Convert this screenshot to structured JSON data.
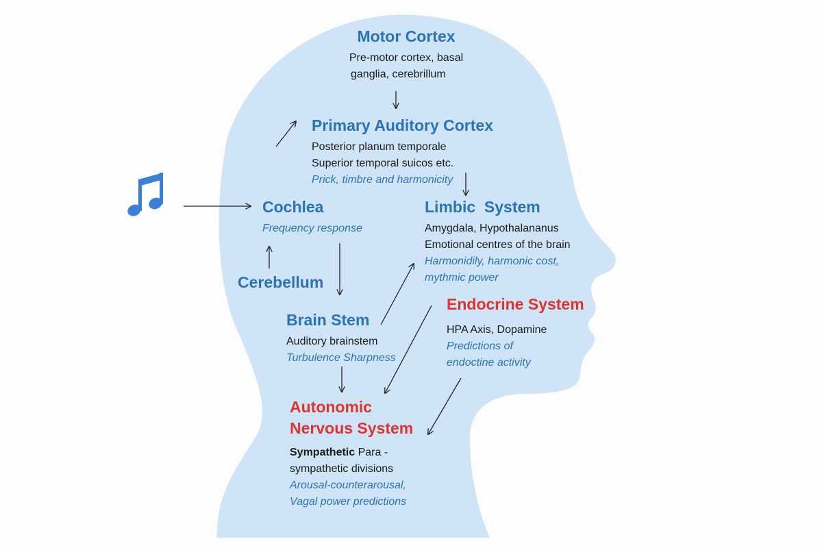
{
  "colors": {
    "head_fill": "#cfe4f6",
    "title_blue": "#2a73b5",
    "title_red": "#e0332f",
    "arrow": "#222222",
    "note_icon": "#3b7fd8"
  },
  "icon": "music-note-icon",
  "motor_cortex": {
    "title": "Motor Cortex",
    "line1": "Pre-motor cortex, basal",
    "line2": "ganglia, cerebrillum"
  },
  "primary_auditory_cortex": {
    "title": "Primary Auditory Cortex",
    "line1": "Posterior planum temporale",
    "line2": "Superior temporal suicos etc.",
    "note": "Prick, timbre and harmonicity"
  },
  "cochlea": {
    "title": "Cochlea",
    "note": "Frequency response"
  },
  "cerebellum": {
    "title": "Cerebellum"
  },
  "limbic_system": {
    "title": "Limbic  System",
    "line1": "Amygdala, Hypothalananus",
    "line2": "Emotional centres of the brain",
    "note1": "Harmonidily, harmonic cost,",
    "note2": "mythmic power"
  },
  "brain_stem": {
    "title": "Brain Stem",
    "line1": "Auditory brainstem",
    "note": "Turbulence Sharpness"
  },
  "endocrine_system": {
    "title": "Endocrine System",
    "line1": "HPA Axis, Dopamine",
    "note1": "Predictions of",
    "note2": "endoctine activity"
  },
  "autonomic_nervous_system": {
    "title1": "Autonomic",
    "title2": "Nervous System",
    "line1_bold": "Sympathetic",
    "line1_rest": " Para -",
    "line2": "sympathetic divisions",
    "note1": "Arousal-counterarousal,",
    "note2": "Vagal power predictions"
  }
}
